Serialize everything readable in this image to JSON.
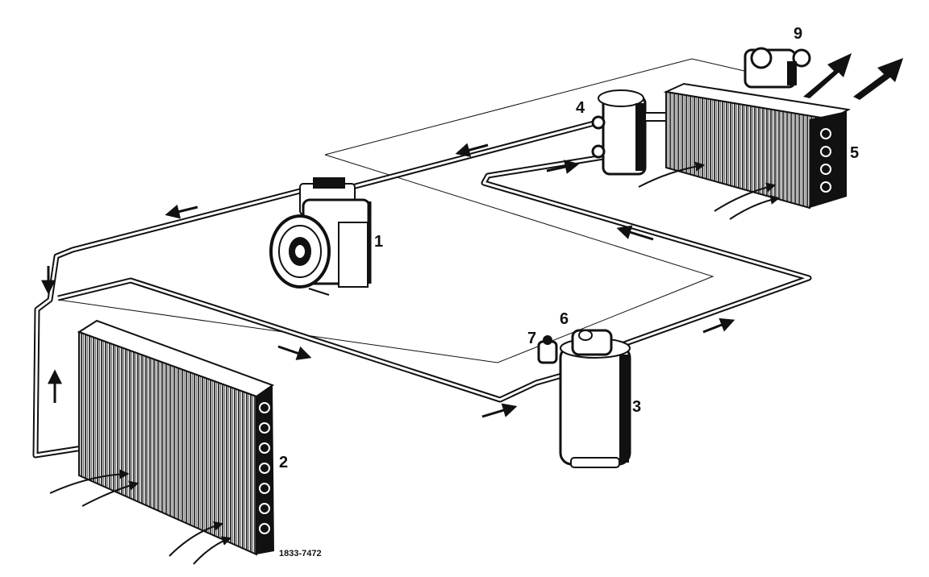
{
  "labels": {
    "compressor": "1",
    "condenser": "2",
    "receiver_drier": "3",
    "expansion_valve": "4",
    "evaporator": "5",
    "sight_glass": "6",
    "pressure_switch": "7",
    "blower": "9"
  },
  "figure_code": "1833-7472",
  "colors": {
    "ink": "#111111",
    "paper": "#ffffff"
  }
}
